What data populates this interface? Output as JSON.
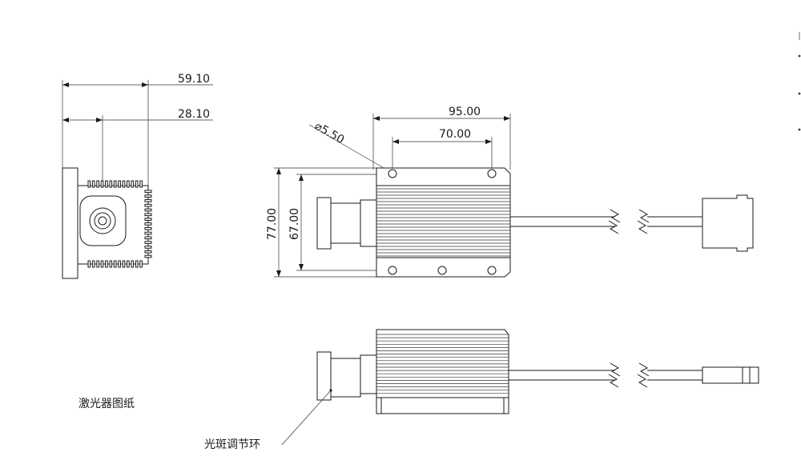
{
  "dimensions": {
    "front_width_outer": "59.10",
    "front_width_inner": "28.10",
    "hole_diameter": "⌀5.50",
    "top_length_outer": "95.00",
    "top_hole_spacing": "70.00",
    "height_outer": "77.00",
    "height_inner": "67.00"
  },
  "labels": {
    "drawing_title": "激光器图纸",
    "spot_adjust_ring": "光斑调节环"
  },
  "colors": {
    "line": "#1a1a1a",
    "background": "#ffffff"
  }
}
